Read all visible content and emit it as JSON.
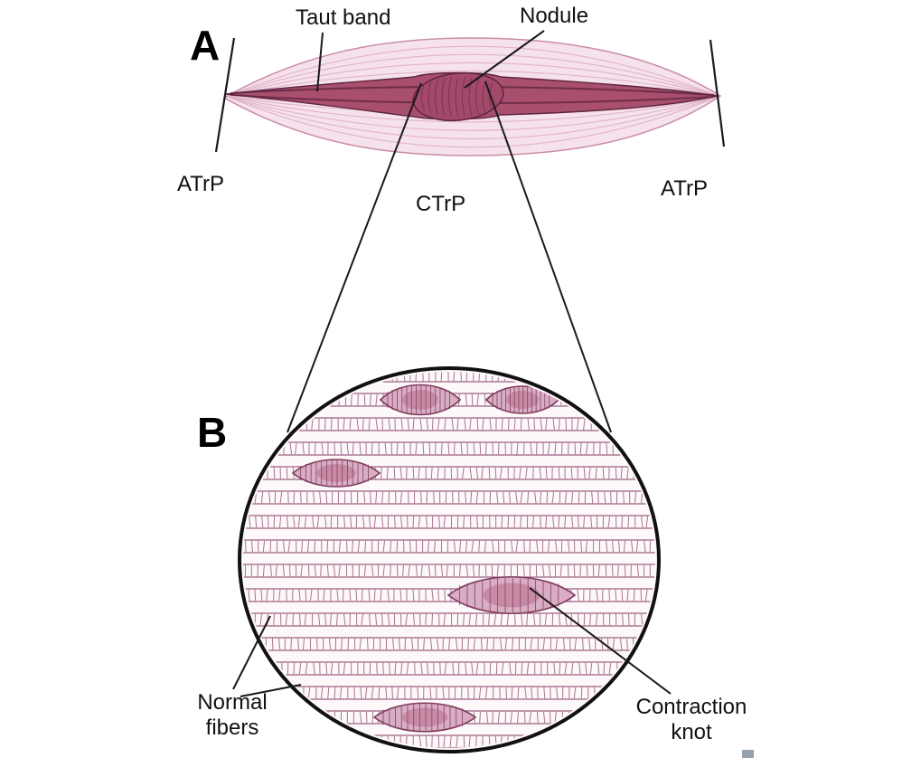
{
  "figure": {
    "panel_a": {
      "letter": "A",
      "labels": {
        "taut_band": "Taut band",
        "nodule": "Nodule",
        "atrp_left": "ATrP",
        "ctrp": "CTrP",
        "atrp_right": "ATrP"
      }
    },
    "panel_b": {
      "letter": "B",
      "labels": {
        "normal_fibers": "Normal fibers",
        "contraction_knot": "Contraction knot"
      }
    },
    "colors": {
      "muscle_fill": "#f6e2ec",
      "muscle_outline": "#c98ca9",
      "fiber_streak": "#e0b3c9",
      "band_fill": "#a84f6d",
      "band_dark": "#5f2440",
      "nodule_fill": "#a3496a",
      "circle_bg": "#fdf8fa",
      "fiber_line": "#9d6080",
      "striation": "#aa7590",
      "knot_fill": "#d9aec5",
      "knot_stroke": "#7e3b5a",
      "knot_striation": "#8d4a6a",
      "line_color": "#1a1a1a"
    }
  }
}
